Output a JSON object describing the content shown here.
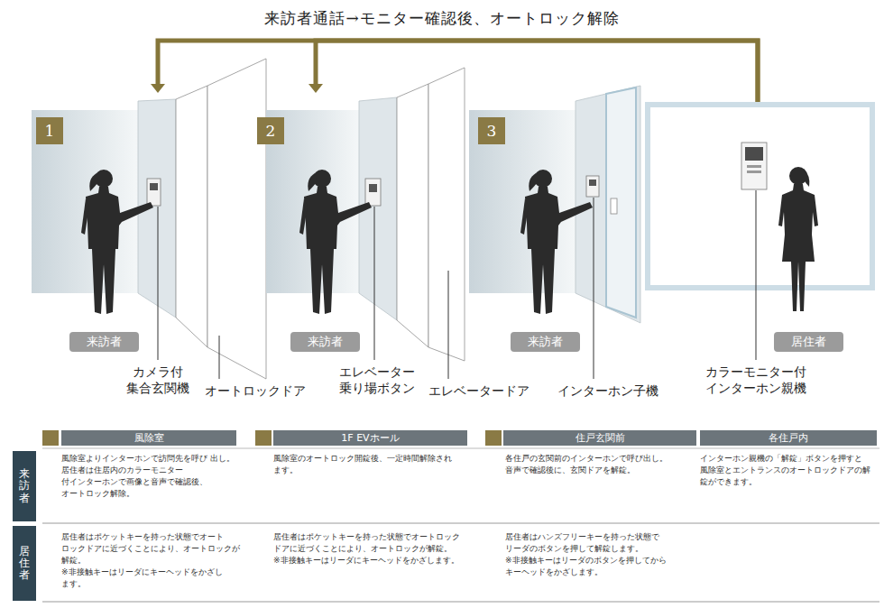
{
  "diagram": {
    "title": "来訪者通話→モニター確認後、オートロック解除",
    "nodes": [
      {
        "text": [
          "1",
          "来訪者"
        ]
      },
      {
        "text": [
          "2",
          "来訪者"
        ]
      },
      {
        "text": [
          "3",
          "来訪者"
        ]
      },
      {
        "text": [
          "居住者"
        ]
      },
      {
        "text": [
          "風除室"
        ]
      },
      {
        "text": [
          "1F EVホール"
        ]
      },
      {
        "text": [
          "住戸玄関前"
        ]
      },
      {
        "text": [
          "各住戸内"
        ]
      },
      {
        "text": [
          "来訪者"
        ]
      },
      {
        "text": [
          "居住者"
        ]
      }
    ],
    "edges": [
      {
        "from": 3,
        "to": 0,
        "arrow": "to"
      },
      {
        "from": 3,
        "to": 1,
        "arrow": "to"
      }
    ],
    "labels": [
      "カメラ付 集合玄関機",
      "オートロックドア",
      "エレベーター 乗り場ボタン",
      "エレベータードア",
      "インターホン子機",
      "カラーモニター付 インターホン親機",
      "風除室よりインターホンで訪問先を呼び 出し。居住者は住居内のカラーモニター 付インターホンで画像と音声で確認後、 オートロック解除。",
      "風除室のオートロック開錠後、一定時間解除され ます。",
      "各住戸の玄関前のインターホンで呼び出し。 音声で確認後に、玄関ドアを解錠。",
      "インターホン親機の「解錠」ボタンを押すと 風除室とエントランスのオートロックドアの解 錠ができます。",
      "居住者はポケットキーを持った状態でオート ロックドアに近づくことにより、オートロックが 解錠。",
      "※非接触キーはリーダにキーヘッドをかざし ます。",
      "居住者はポケットキーを持った状態でオートロック ドアに近づくことにより、オートロックが解錠。",
      "※非接触キーはリーダにキーヘッドをかざします。",
      "居住者はハンズフリーキーを持った状態で リーダのボタンを押して解錠します。",
      "※非接触キーはリーダのボタンを押してから キーヘッドをかざします。"
    ]
  }
}
